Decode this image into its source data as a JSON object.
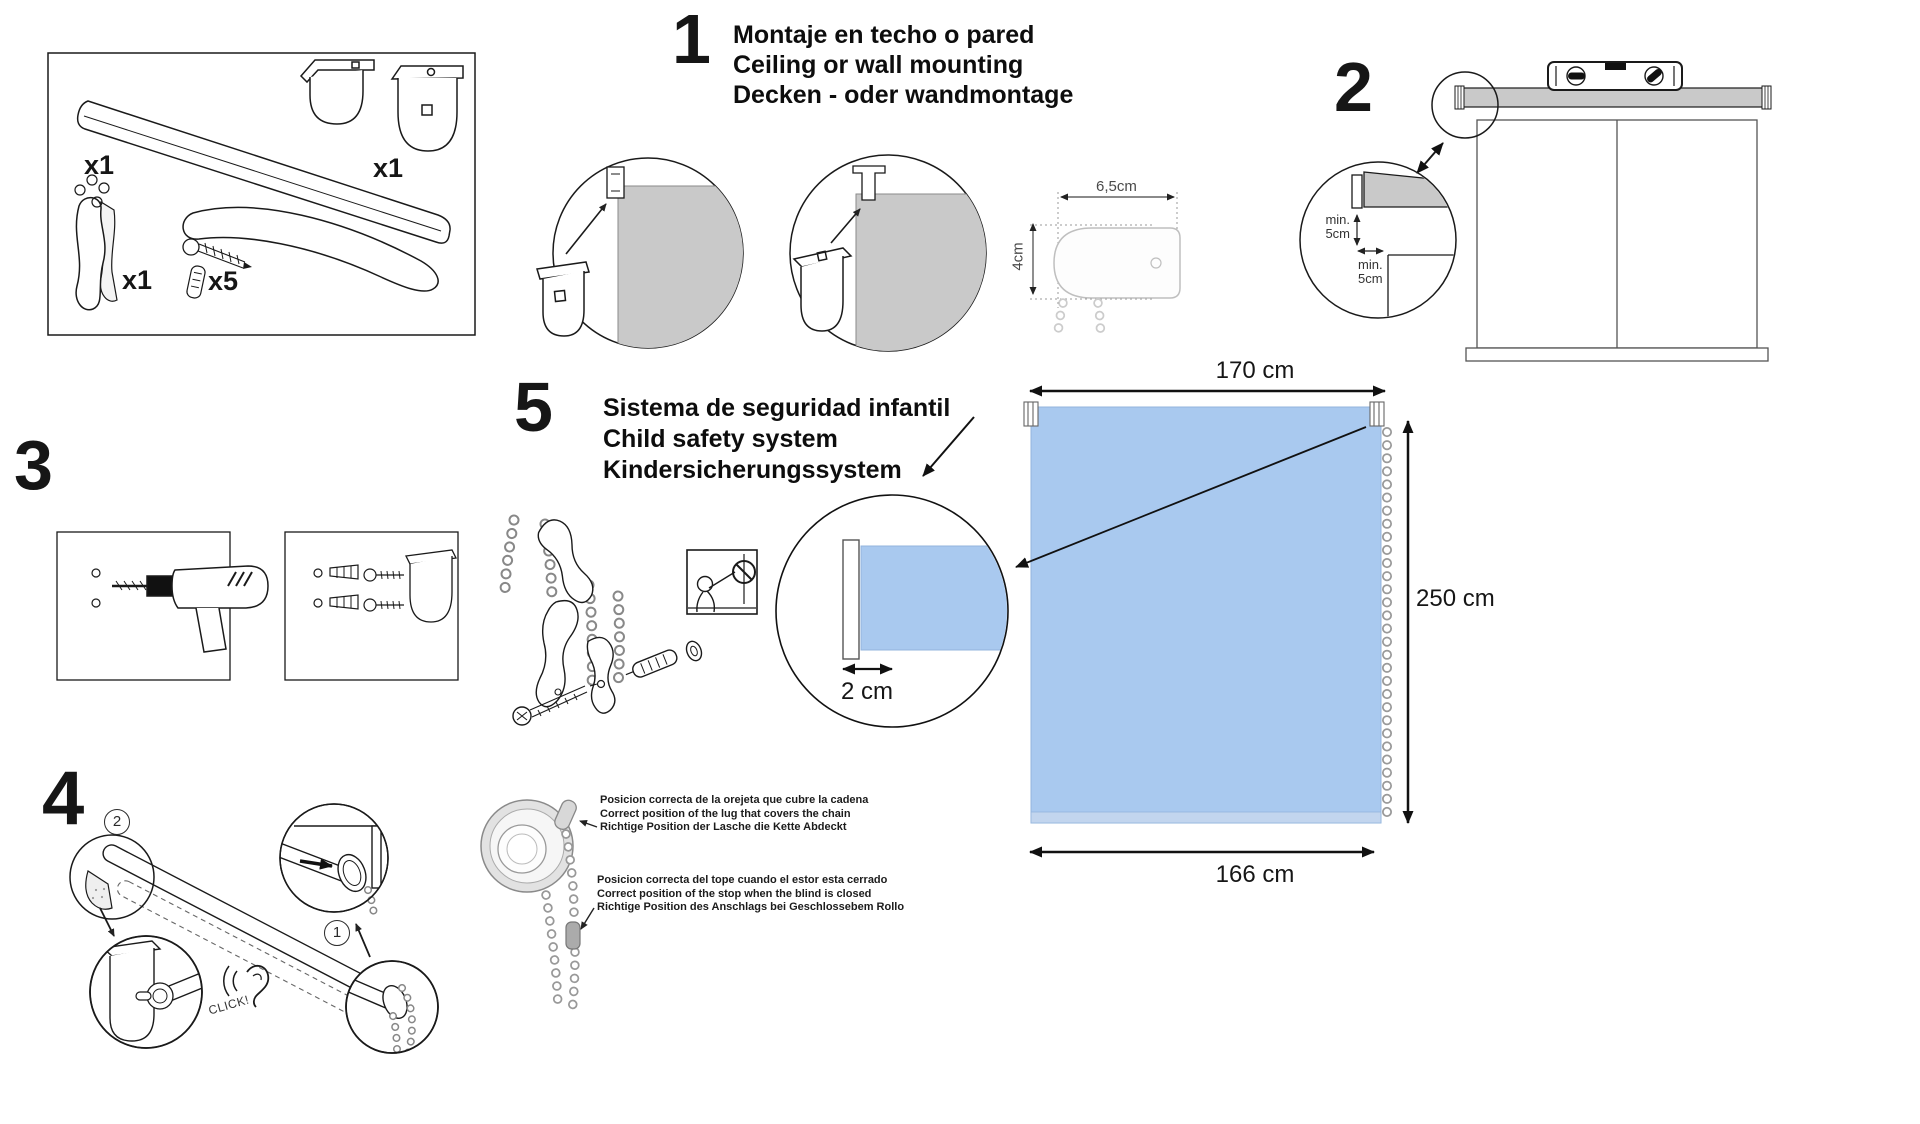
{
  "colors": {
    "blind_blue": "#A9C9EF",
    "diagram_gray": "#C9C9C9"
  },
  "parts_box": {
    "tube_qty": "x1",
    "bracket_qty": "x1",
    "cleat_qty": "x1",
    "screw_qty": "x5"
  },
  "step1": {
    "number": "1",
    "title_es": "Montaje en techo o pared",
    "title_en": "Ceiling or wall mounting",
    "title_de": "Decken - oder wandmontage",
    "cap_width": "6,5cm",
    "cap_height": "4cm"
  },
  "step2": {
    "number": "2",
    "min_vertical": {
      "line1": "min.",
      "line2": "5cm"
    },
    "min_horizontal": {
      "line1": "min.",
      "line2": "5cm"
    }
  },
  "step3": {
    "number": "3"
  },
  "step4": {
    "number": "4",
    "marker_1": "1",
    "marker_2": "2",
    "click_label": "CLICK!",
    "lug_note": {
      "es": "Posicion correcta de la orejeta que cubre la cadena",
      "en": "Correct position of the lug that covers the chain",
      "de": "Richtige Position der Lasche die Kette Abdeckt"
    },
    "stop_note": {
      "es": "Posicion correcta del tope cuando el estor esta cerrado",
      "en": "Correct position of the stop when the blind is closed",
      "de": "Richtige Position des Anschlags bei Geschlossebem Rollo"
    }
  },
  "step5": {
    "number": "5",
    "title_es": "Sistema de seguridad infantil",
    "title_en": "Child safety system",
    "title_de": "Kindersicherungssystem"
  },
  "blind_dimensions": {
    "top_width": "170 cm",
    "height": "250 cm",
    "bottom_width": "166 cm",
    "bracket_depth": "2 cm"
  }
}
